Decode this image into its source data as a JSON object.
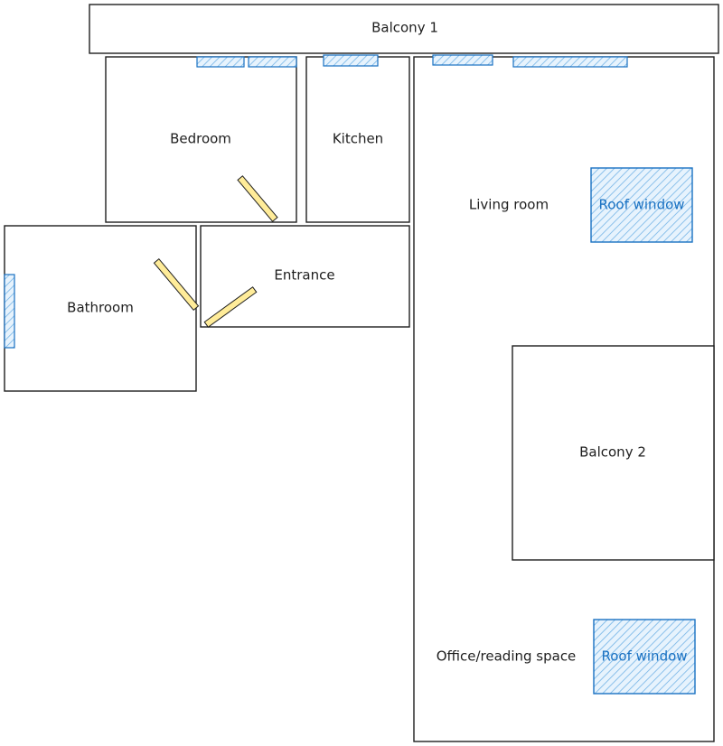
{
  "colors": {
    "wall": "#1e1e1e",
    "window": "#1971c2",
    "window_fill": "#a5d8ff",
    "door": "#ffec99",
    "background": "#ffffff"
  },
  "rooms": {
    "balcony1": "Balcony 1",
    "bedroom": "Bedroom",
    "kitchen": "Kitchen",
    "living_room": "Living room",
    "bathroom": "Bathroom",
    "entrance": "Entrance",
    "balcony2": "Balcony 2",
    "office": "Office/reading space"
  },
  "roof_windows": {
    "top": "Roof window",
    "bottom": "Roof window"
  }
}
